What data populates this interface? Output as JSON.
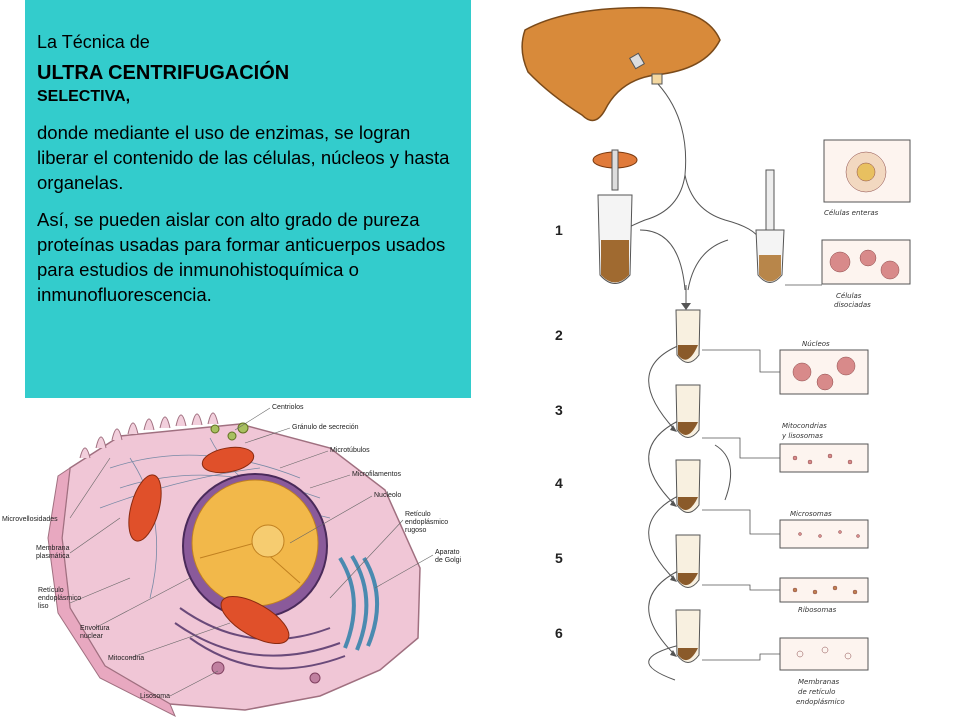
{
  "text_panel": {
    "intro": "La Técnica de",
    "heading": "ULTRA CENTRIFUGACIÓN",
    "subheading": "SELECTIVA,",
    "paragraph1": "donde mediante el uso de enzimas, se logran liberar el contenido de las células, núcleos y hasta organelas.",
    "paragraph2": "Así, se pueden aislar con alto grado de pureza proteínas usadas para formar anticuerpos usados para estudios de inmunohistoquímica o inmunofluorescencia.",
    "background": "#33cccc"
  },
  "cell_diagram": {
    "labels": {
      "centriolos": "Centriolos",
      "granulo": "Gránulo de secreción",
      "microtubulos": "Microtúbulos",
      "microfilamentos": "Microfilamentos",
      "nucleolo": "Nucleolo",
      "reticulo_rugoso_1": "Retículo",
      "reticulo_rugoso_2": "endoplásmico",
      "reticulo_rugoso_3": "rugoso",
      "golgi_1": "Aparato",
      "golgi_2": "de Golgi",
      "microvellosidades": "Microvellosidades",
      "membrana_1": "Membrana",
      "membrana_2": "plasmática",
      "reticulo_liso_1": "Retículo",
      "reticulo_liso_2": "endoplásmico",
      "reticulo_liso_3": "liso",
      "envoltura_1": "Envoltura",
      "envoltura_2": "nuclear",
      "mitocondria": "Mitocondria",
      "lisosoma": "Lisosoma"
    }
  },
  "process_diagram": {
    "steps": [
      "1",
      "2",
      "3",
      "4",
      "5",
      "6"
    ],
    "labels": {
      "celulas_enteras": "Células enteras",
      "celulas_disociadas_1": "Células",
      "celulas_disociadas_2": "disociadas",
      "nucleos": "Núcleos",
      "mitocondrias_1": "Mitocondrias",
      "mitocondrias_2": "y lisosomas",
      "microsomas": "Microsomas",
      "ribosomas": "Ribosomas",
      "membranas_1": "Membranas",
      "membranas_2": "de retículo",
      "membranas_3": "endoplásmico"
    }
  }
}
